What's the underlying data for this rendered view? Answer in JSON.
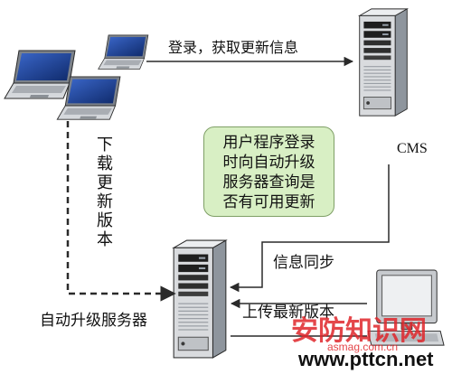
{
  "diagram": {
    "top_arrow_label": "登录，获取更新信息",
    "cms_label": "CMS",
    "note_lines": [
      "用户程序登录",
      "时向自动升级",
      "服务器查询是",
      "否有可用更新"
    ],
    "download_label": "下载更新版本",
    "sync_label": "信息同步",
    "upload_label": "上传最新版本",
    "update_server_label": "自动升级服务器"
  },
  "watermark": {
    "site_cn": "安防知识网",
    "site_domain": "asmag.com.cn",
    "site_url": "www.pttcn.net"
  },
  "icons": {
    "clients": "laptop-icon",
    "servers": "server-tower-icon",
    "workstation": "desktop-computer-icon"
  },
  "colors": {
    "line": "#2a2a2a",
    "note_fill": "#d8efc4",
    "note_border": "#7f9f66",
    "watermark_red": "#e0262b",
    "screen_blue": "#1f4aa8"
  }
}
